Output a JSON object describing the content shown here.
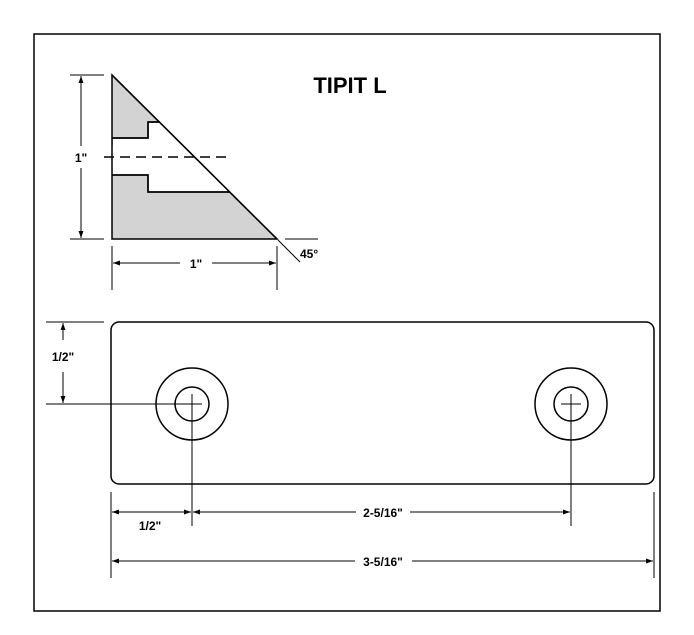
{
  "title": "TIPIT L",
  "side_view": {
    "height_label": "1\"",
    "width_label": "1\"",
    "angle_label": "45°"
  },
  "top_view": {
    "edge_to_hole_vertical_label": "1/2\"",
    "edge_to_hole_horizontal_label": "1/2\"",
    "hole_spacing_label": "2-5/16\"",
    "overall_length_label": "3-5/16\""
  },
  "colors": {
    "line": "#000000",
    "section_fill": "#d3d3d3",
    "frame": "#000000",
    "background": "#ffffff"
  }
}
